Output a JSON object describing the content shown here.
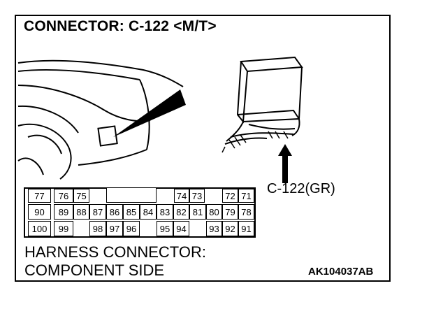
{
  "title": "CONNECTOR: C-122 <M/T>",
  "connector_label": "C-122(GR)",
  "pins": {
    "row1": [
      "77",
      "76",
      "75",
      "74",
      "73",
      "72",
      "71"
    ],
    "row2": [
      "90",
      "89",
      "88",
      "87",
      "86",
      "85",
      "84",
      "83",
      "82",
      "81",
      "80",
      "79",
      "78"
    ],
    "row3": [
      "100",
      "99",
      "98",
      "97",
      "96",
      "95",
      "94",
      "93",
      "92",
      "91"
    ]
  },
  "caption": {
    "line1": "HARNESS CONNECTOR:",
    "line2": "COMPONENT SIDE"
  },
  "figure_code": "AK104037AB"
}
